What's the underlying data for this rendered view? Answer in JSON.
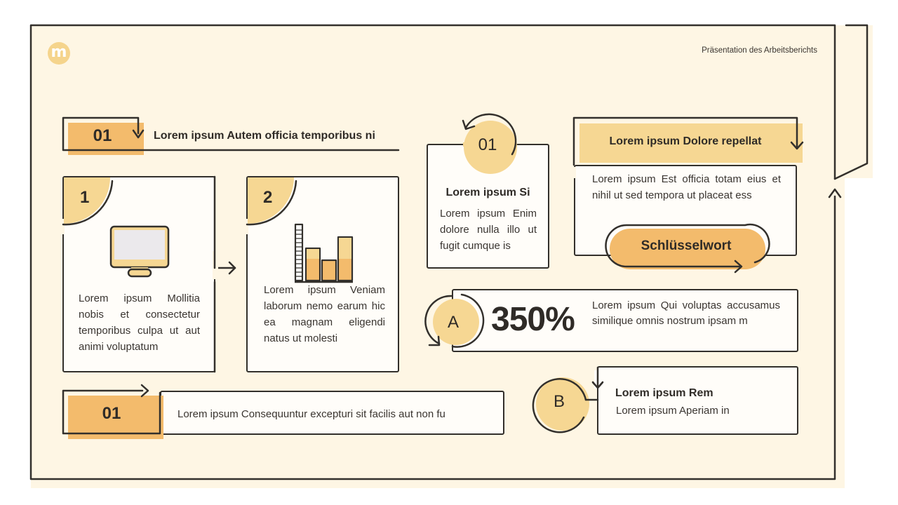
{
  "header": {
    "logo_letter": "m",
    "title": "Präsentation des Arbeitsberichts"
  },
  "colors": {
    "background": "#fef6e4",
    "accent_orange": "#f3bb6c",
    "accent_yellow": "#f6d793",
    "outline": "#33302c",
    "card_fill": "#fffdf9"
  },
  "top_section": {
    "number": "01",
    "title": "Lorem ipsum Autem officia temporibus ni"
  },
  "steps": [
    {
      "number": "1",
      "icon": "monitor-icon",
      "text": "Lorem ipsum Mollitia nobis et consectetur temporibus culpa ut aut animi voluptatum"
    },
    {
      "number": "2",
      "icon": "bar-chart-icon",
      "text": "Lorem ipsum Veniam laborum nemo earum hic ea magnam eligendi natus ut molesti"
    }
  ],
  "bottom_section": {
    "number": "01",
    "text": "Lorem ipsum Consequuntur excepturi sit facilis aut non fu"
  },
  "cycle_card": {
    "number": "01",
    "title": "Lorem ipsum Si",
    "text": "Lorem ipsum Enim dolore nulla illo ut fugit cumque is"
  },
  "keyword_card": {
    "title": "Lorem ipsum Dolore repellat",
    "text": "Lorem ipsum Est officia totam eius et nihil ut sed tempora ut placeat ess",
    "button_label": "Schlüsselwort"
  },
  "stat_card": {
    "badge": "A",
    "value": "350%",
    "text": "Lorem ipsum Qui voluptas accusamus similique omnis nostrum ipsam m"
  },
  "note_card": {
    "badge": "B",
    "title": "Lorem ipsum Rem",
    "text": "Lorem ipsum Aperiam in"
  }
}
